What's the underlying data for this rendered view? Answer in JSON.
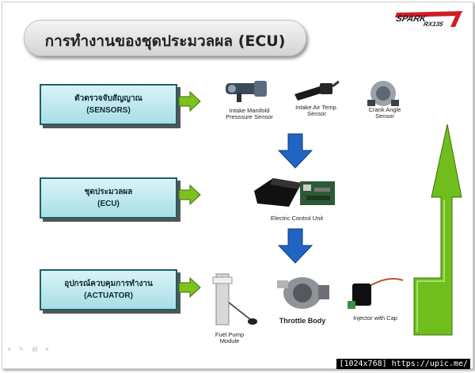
{
  "title": "การทำงานของชุดประมวลผล (ECU)",
  "logo": {
    "line1": "SPARK",
    "line2": "RX135",
    "sub": "ครีมสังคมยามาฮาบครด"
  },
  "rows": [
    {
      "th": "ตัวตรวจจับสัญญาณ",
      "en": "(SENSORS)"
    },
    {
      "th": "ชุดประมวลผล",
      "en": "(ECU)"
    },
    {
      "th": "อุปกรณ์ควบคุมการทำงาน",
      "en": "(ACTUATOR)"
    }
  ],
  "sensors": [
    {
      "label": "Intake Manifold\nPresssure Sensor"
    },
    {
      "label": "Intake Air Temp.\nSensor"
    },
    {
      "label": "Crank Angle\nSensor"
    }
  ],
  "ecu": {
    "label": "Electric Control Unit"
  },
  "actuators": [
    {
      "label": "Fuel Pump\nModule"
    },
    {
      "label": "Throttle Body"
    },
    {
      "label": "Injector with Cap"
    }
  ],
  "watermark": "[1024x768] https://upic.me/",
  "colors": {
    "green_arrow": "#7dc21c",
    "blue_arrow": "#2164c4",
    "box_fill": "#bfe9ef",
    "box_border": "#1e5f68"
  },
  "toolbar_icons": [
    "prev-icon",
    "pen-icon",
    "menu-icon",
    "next-icon"
  ]
}
